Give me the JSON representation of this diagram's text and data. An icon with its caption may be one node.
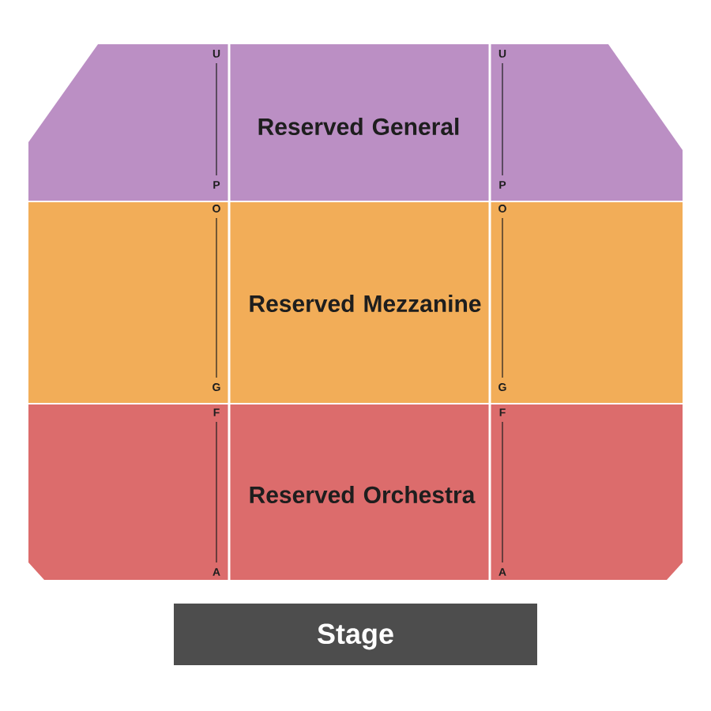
{
  "diagram": {
    "nodes": [
      {
        "text": [
          "Reserved General"
        ]
      },
      {
        "text": [
          "Reserved Mezzanine"
        ]
      },
      {
        "text": [
          "Reserved Orchestra"
        ]
      },
      {
        "text": [
          "Stage"
        ]
      }
    ],
    "labels": [
      "U",
      "U",
      "P",
      "P",
      "O",
      "O",
      "G",
      "G",
      "F",
      "F",
      "A",
      "A"
    ]
  }
}
